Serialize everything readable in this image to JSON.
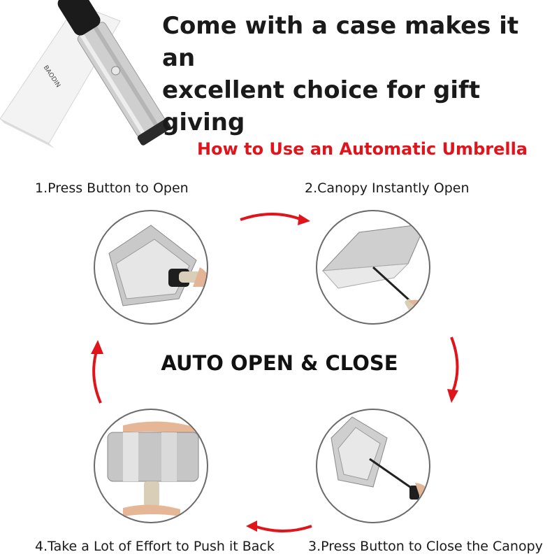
{
  "headline": {
    "line1": "Come with a case makes it an",
    "line2": "excellent choice for gift giving"
  },
  "subtitle": "How to Use an Automatic Umbrella",
  "center_label": "AUTO OPEN & CLOSE",
  "box_brand": "BAODIN",
  "steps": [
    {
      "label": "1.Press Button to Open"
    },
    {
      "label": "2.Canopy Instantly Open"
    },
    {
      "label": "3.Press Button to Close the Canopy"
    },
    {
      "label": "4.Take a Lot of Effort to Push it Back"
    }
  ],
  "colors": {
    "accent_red": "#e0141b",
    "text_dark": "#1a1a1a",
    "silver": "#c9c9c9",
    "circle_border": "#6a6a6a"
  },
  "icons": [
    "curved-arrow-icon"
  ]
}
